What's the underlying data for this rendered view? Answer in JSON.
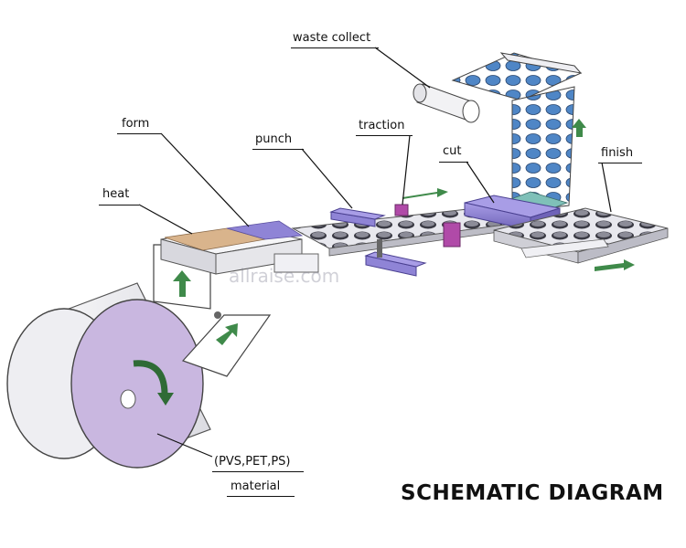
{
  "labels": {
    "waste_collect": "waste collect",
    "form": "form",
    "punch": "punch",
    "traction": "traction",
    "cut": "cut",
    "finish": "finish",
    "heat": "heat",
    "material_types": "(PVS,PET,PS)",
    "material": "material"
  },
  "title": "SCHEMATIC DIAGRAM",
  "watermark": "allraise.com",
  "colors": {
    "roll_face": "#c9b7e0",
    "heat_pad": "#d9b48c",
    "tool_purple": "#8f84d6",
    "dot_blue": "#4f86c6",
    "arrow_green": "#3f8a4a"
  }
}
